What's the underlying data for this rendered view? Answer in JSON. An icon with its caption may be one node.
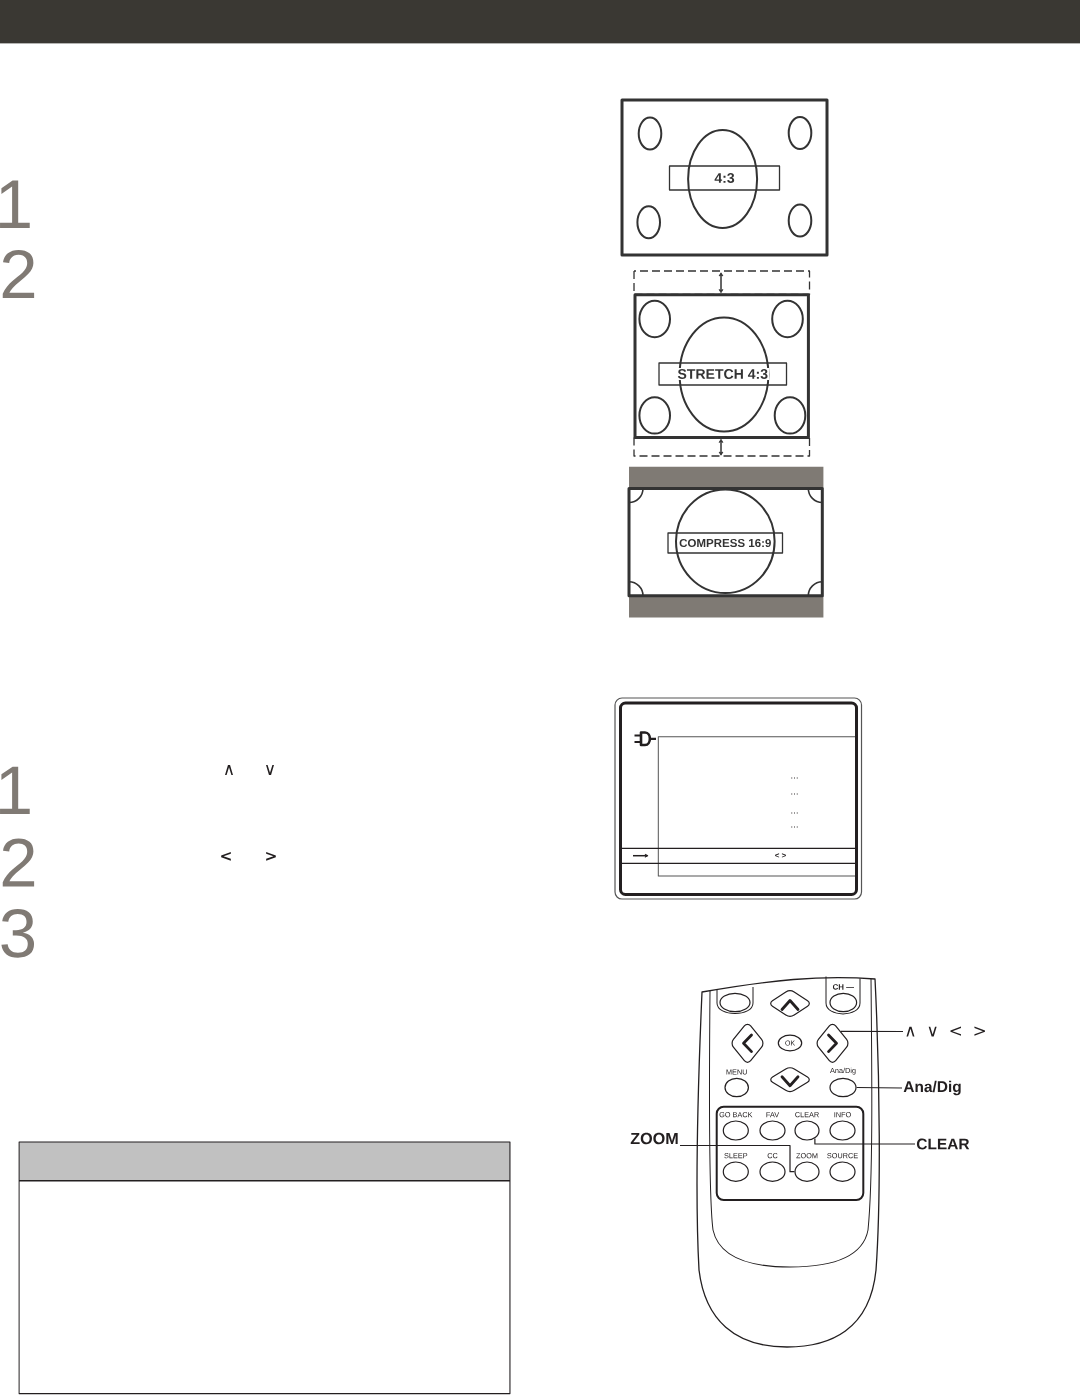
{
  "diagram": {
    "nodes": [
      {
        "text": [
          "4:3"
        ]
      },
      {
        "text": [
          "STRETCH 4:3"
        ]
      },
      {
        "text": [
          "COMPRESS 16:9"
        ]
      },
      {
        "text": [],
        "shape": "ellipse"
      },
      {
        "text": [
          "CH —"
        ]
      },
      {
        "text": [],
        "shape": "diamond"
      },
      {
        "text": [],
        "shape": "diamond"
      },
      {
        "text": [
          "OK"
        ]
      },
      {
        "text": [],
        "shape": "diamond"
      },
      {
        "text": [
          "∧ ∨ < >"
        ]
      },
      {
        "text": [
          "MENU"
        ]
      },
      {
        "text": [],
        "shape": "diamond"
      },
      {
        "text": [
          "Ana/Dig"
        ]
      },
      {
        "text": [
          "Ana/Dig"
        ]
      },
      {
        "text": [
          "ZOOM"
        ]
      },
      {
        "text": [
          "GO BACK"
        ]
      },
      {
        "text": [
          "FAV"
        ]
      },
      {
        "text": [
          "CLEAR"
        ]
      },
      {
        "text": [
          "INFO"
        ]
      },
      {
        "text": [
          "CLEAR"
        ]
      },
      {
        "text": [
          "SLEEP"
        ]
      },
      {
        "text": [
          "CC"
        ]
      },
      {
        "text": [
          "ZOOM"
        ]
      },
      {
        "text": [
          "SOURCE"
        ]
      }
    ],
    "edges": [
      {
        "from": 9,
        "to": 8,
        "arrow": "none"
      },
      {
        "from": 13,
        "to": 12,
        "arrow": "none"
      },
      {
        "from": 19,
        "to": 17,
        "arrow": "none"
      },
      {
        "from": 14,
        "to": 22,
        "arrow": "none"
      }
    ],
    "labels": [
      "1",
      "2",
      "1",
      "∧",
      "∨",
      "2",
      "<",
      ">",
      "3",
      "...",
      "...",
      "...",
      "...",
      "< >"
    ]
  }
}
